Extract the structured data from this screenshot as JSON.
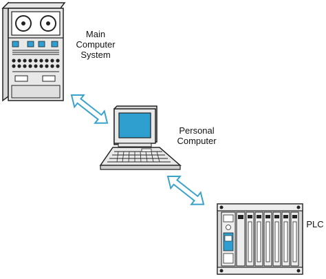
{
  "nodes": {
    "main": {
      "line1": "Main",
      "line2": "Computer",
      "line3": "System"
    },
    "pc": {
      "line1": "Personal",
      "line2": "Computer"
    },
    "plc": {
      "line1": "PLC"
    }
  },
  "colors": {
    "arrow_stroke": "#3aa3cc",
    "screen_blue": "#2f9fd0",
    "outline": "#222222",
    "panel_gray": "#cfcfcf",
    "panel_light": "#ededed"
  },
  "icons": [
    "mainframe-icon",
    "laptop-icon",
    "plc-rack-icon",
    "double-arrow-icon"
  ]
}
